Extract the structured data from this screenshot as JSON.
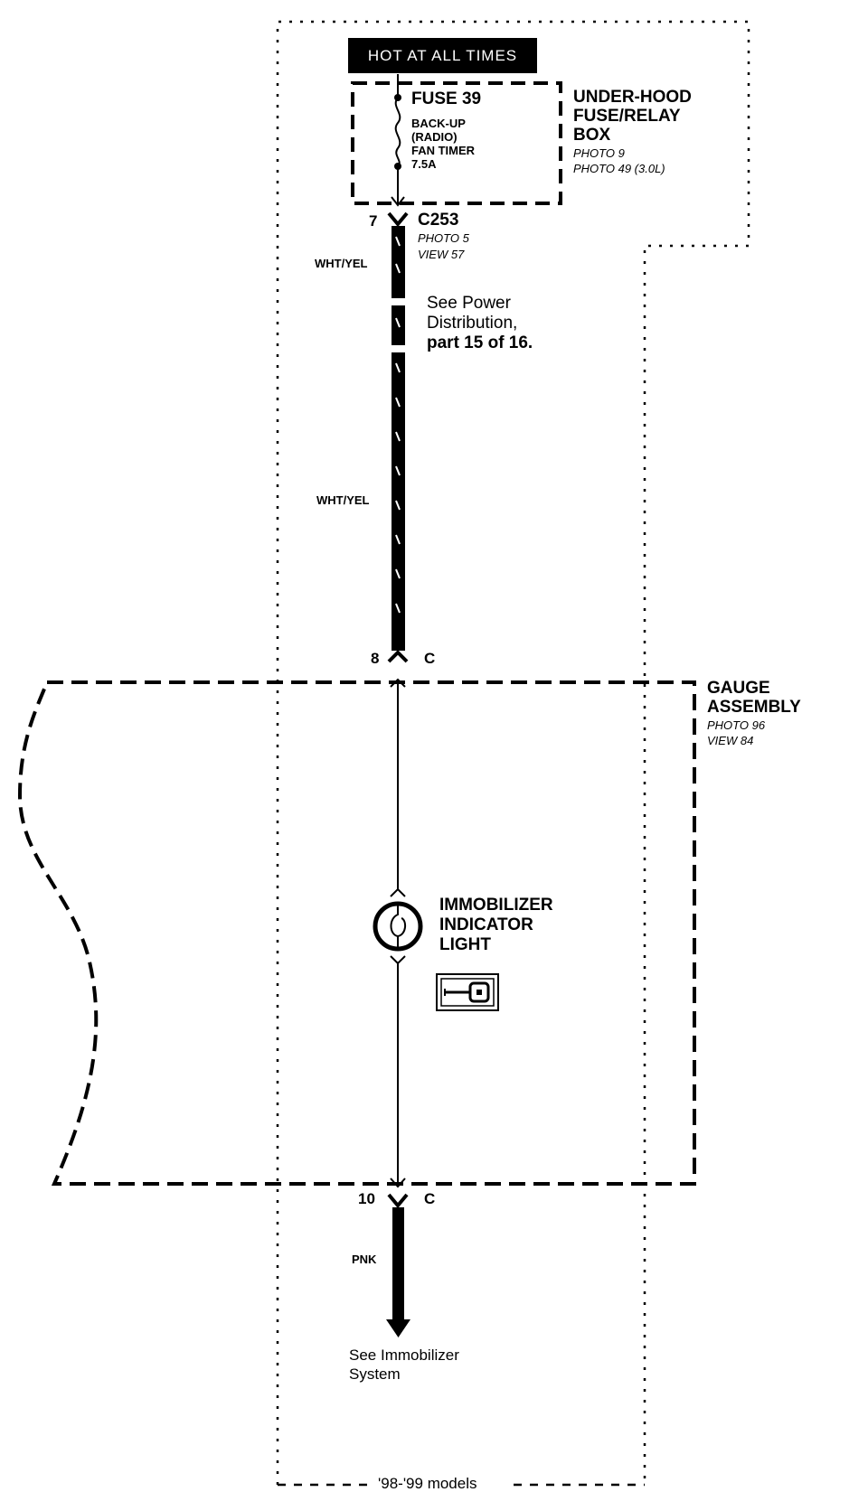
{
  "power_label": "HOT AT ALL TIMES",
  "fuse": {
    "name": "FUSE 39",
    "desc_lines": [
      "BACK-UP",
      "(RADIO)",
      "FAN TIMER",
      "7.5A"
    ]
  },
  "fuse_box": {
    "title_lines": [
      "UNDER-HOOD",
      "FUSE/RELAY",
      "BOX"
    ],
    "photo_lines": [
      "PHOTO 9",
      "PHOTO 49 (3.0L)"
    ]
  },
  "connector_top": {
    "pin": "7",
    "name": "C253",
    "ref_lines": [
      "PHOTO 5",
      "VIEW 57"
    ]
  },
  "wire_top": {
    "color_label_1": "WHT/YEL",
    "color_label_2": "WHT/YEL"
  },
  "see_power": {
    "lines": [
      "See Power",
      "Distribution,"
    ],
    "part": "part 15 of 16."
  },
  "connector_mid": {
    "pin": "8",
    "name": "C"
  },
  "gauge_assembly": {
    "title_lines": [
      "GAUGE",
      "ASSEMBLY"
    ],
    "ref_lines": [
      "PHOTO 96",
      "VIEW 84"
    ]
  },
  "indicator": {
    "label_lines": [
      "IMMOBILIZER",
      "INDICATOR",
      "LIGHT"
    ],
    "icon": "key-icon"
  },
  "connector_bottom": {
    "pin": "10",
    "name": "C"
  },
  "wire_bottom": {
    "color_label": "PNK"
  },
  "see_immobilizer": {
    "lines": [
      "See Immobilizer",
      "System"
    ]
  },
  "footer": {
    "models": "'98-'99 models"
  }
}
